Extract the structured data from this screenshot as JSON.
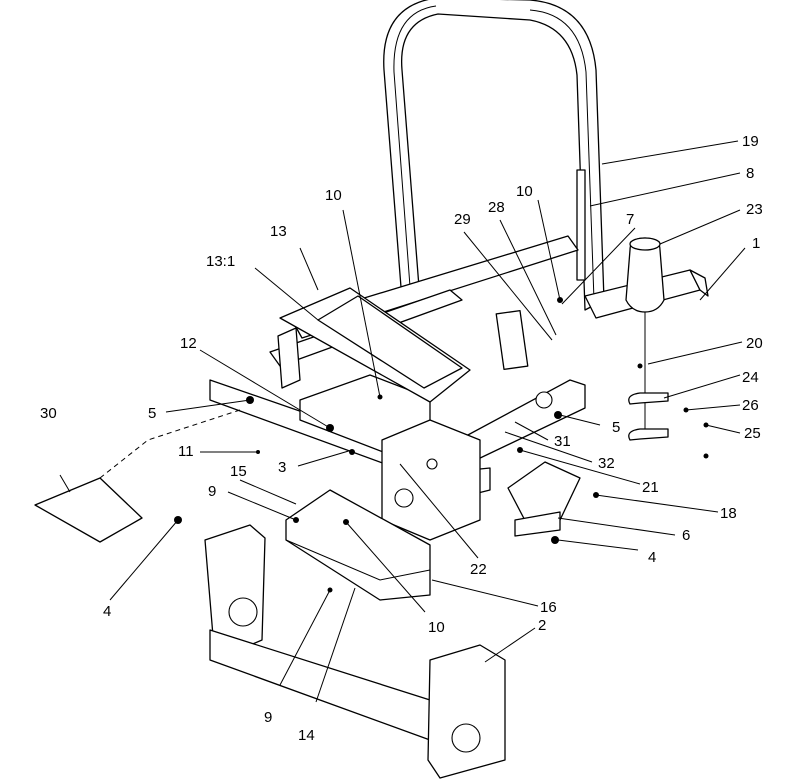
{
  "diagram": {
    "callouts": [
      "1",
      "2",
      "3",
      "4",
      "4",
      "5",
      "5",
      "6",
      "7",
      "8",
      "9",
      "9",
      "10",
      "10",
      "10",
      "11",
      "12",
      "13",
      "13:1",
      "14",
      "15",
      "16",
      "18",
      "19",
      "20",
      "21",
      "22",
      "23",
      "24",
      "25",
      "26",
      "28",
      "29",
      "30",
      "31",
      "32"
    ]
  }
}
